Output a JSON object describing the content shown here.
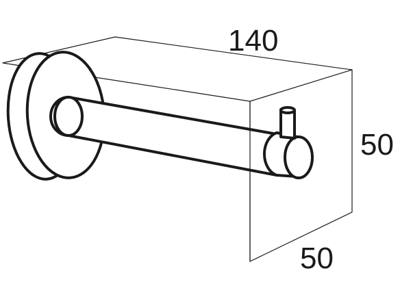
{
  "diagram": {
    "dimensions": {
      "width": "140",
      "height": "50",
      "depth": "50"
    },
    "colors": {
      "line": "#1a1a1a",
      "background": "#ffffff"
    }
  }
}
